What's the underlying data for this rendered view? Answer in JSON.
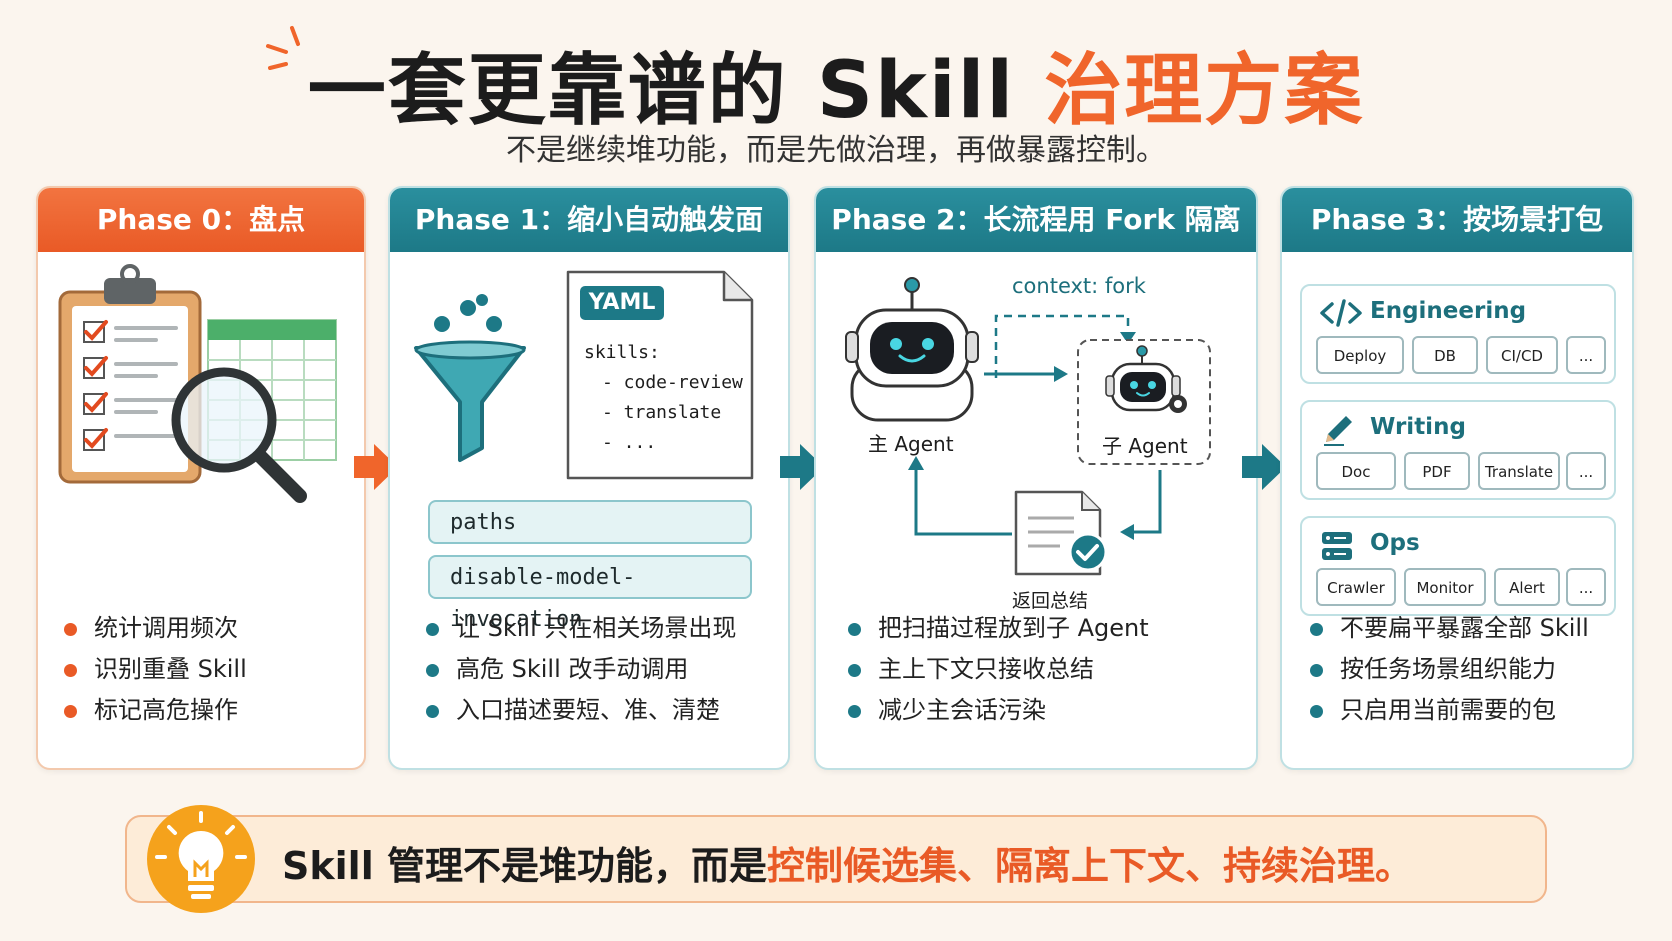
{
  "header": {
    "title_main": "一套更靠谱的 Skill ",
    "title_accent": "治理方案",
    "subtitle": "不是继续堆功能，而是先做治理，再做暴露控制。"
  },
  "colors": {
    "orange": "#e95a26",
    "teal": "#1d7987",
    "background": "#fbf5ee"
  },
  "phases": [
    {
      "title": "Phase 0：盘点",
      "icon": "clipboard-checklist-magnifier-icon",
      "bullets": [
        "统计调用频次",
        "识别重叠 Skill",
        "标记高危操作"
      ]
    },
    {
      "title": "Phase 1：缩小自动触发面",
      "icon": "funnel-icon",
      "yaml": {
        "badge": "YAML",
        "lines": [
          "skills:",
          "- code-review",
          "- translate",
          "- ..."
        ]
      },
      "pills": [
        "paths",
        "disable-model-invocation"
      ],
      "bullets": [
        "让 Skill 只在相关场景出现",
        "高危 Skill 改手动调用",
        "入口描述要短、准、清楚"
      ]
    },
    {
      "title": "Phase 2：长流程用 Fork 隔离",
      "diagram": {
        "main_agent": "主 Agent",
        "sub_agent": "子 Agent",
        "context_label": "context: fork",
        "return_label": "返回总结"
      },
      "bullets": [
        "把扫描过程放到子 Agent",
        "主上下文只接收总结",
        "减少主会话污染"
      ]
    },
    {
      "title": "Phase 3：按场景打包",
      "groups": [
        {
          "name": "Engineering",
          "icon": "code-brackets-icon",
          "chips": [
            "Deploy",
            "DB",
            "CI/CD",
            "..."
          ]
        },
        {
          "name": "Writing",
          "icon": "pencil-icon",
          "chips": [
            "Doc",
            "PDF",
            "Translate",
            "..."
          ]
        },
        {
          "name": "Ops",
          "icon": "server-icon",
          "chips": [
            "Crawler",
            "Monitor",
            "Alert",
            "..."
          ]
        }
      ],
      "bullets": [
        "不要扁平暴露全部 Skill",
        "按任务场景组织能力",
        "只启用当前需要的包"
      ]
    }
  ],
  "footer": {
    "icon": "lightbulb-icon",
    "text_plain": "Skill 管理不是堆功能，而是",
    "text_highlight": "控制候选集、隔离上下文、持续治理。"
  }
}
